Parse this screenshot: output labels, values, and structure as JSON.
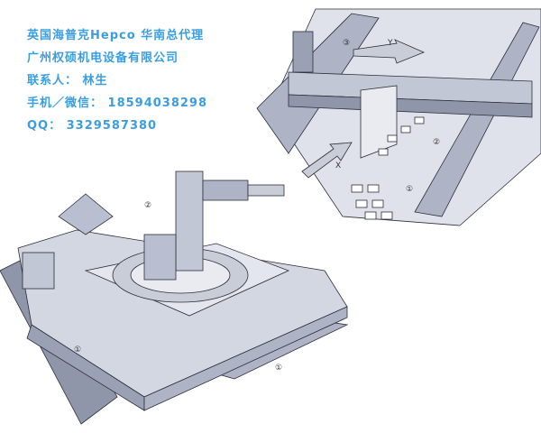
{
  "contact": {
    "line1": "英国海普克Hepco 华南总代理",
    "line2": "广州权硕机电设备有限公司",
    "line3": "联系人： 林生",
    "line4": "手机／微信： 18594038298",
    "line5": "QQ： 3329587380"
  },
  "diagram": {
    "callout_1": "①",
    "callout_2": "②",
    "callout_3": "③",
    "axis_x": "X",
    "axis_y": "Y"
  },
  "colors": {
    "text": "#3a9ee0",
    "metal": "#b9bfd0",
    "rail": "#8f96aa",
    "stroke": "#2c2f3a"
  }
}
